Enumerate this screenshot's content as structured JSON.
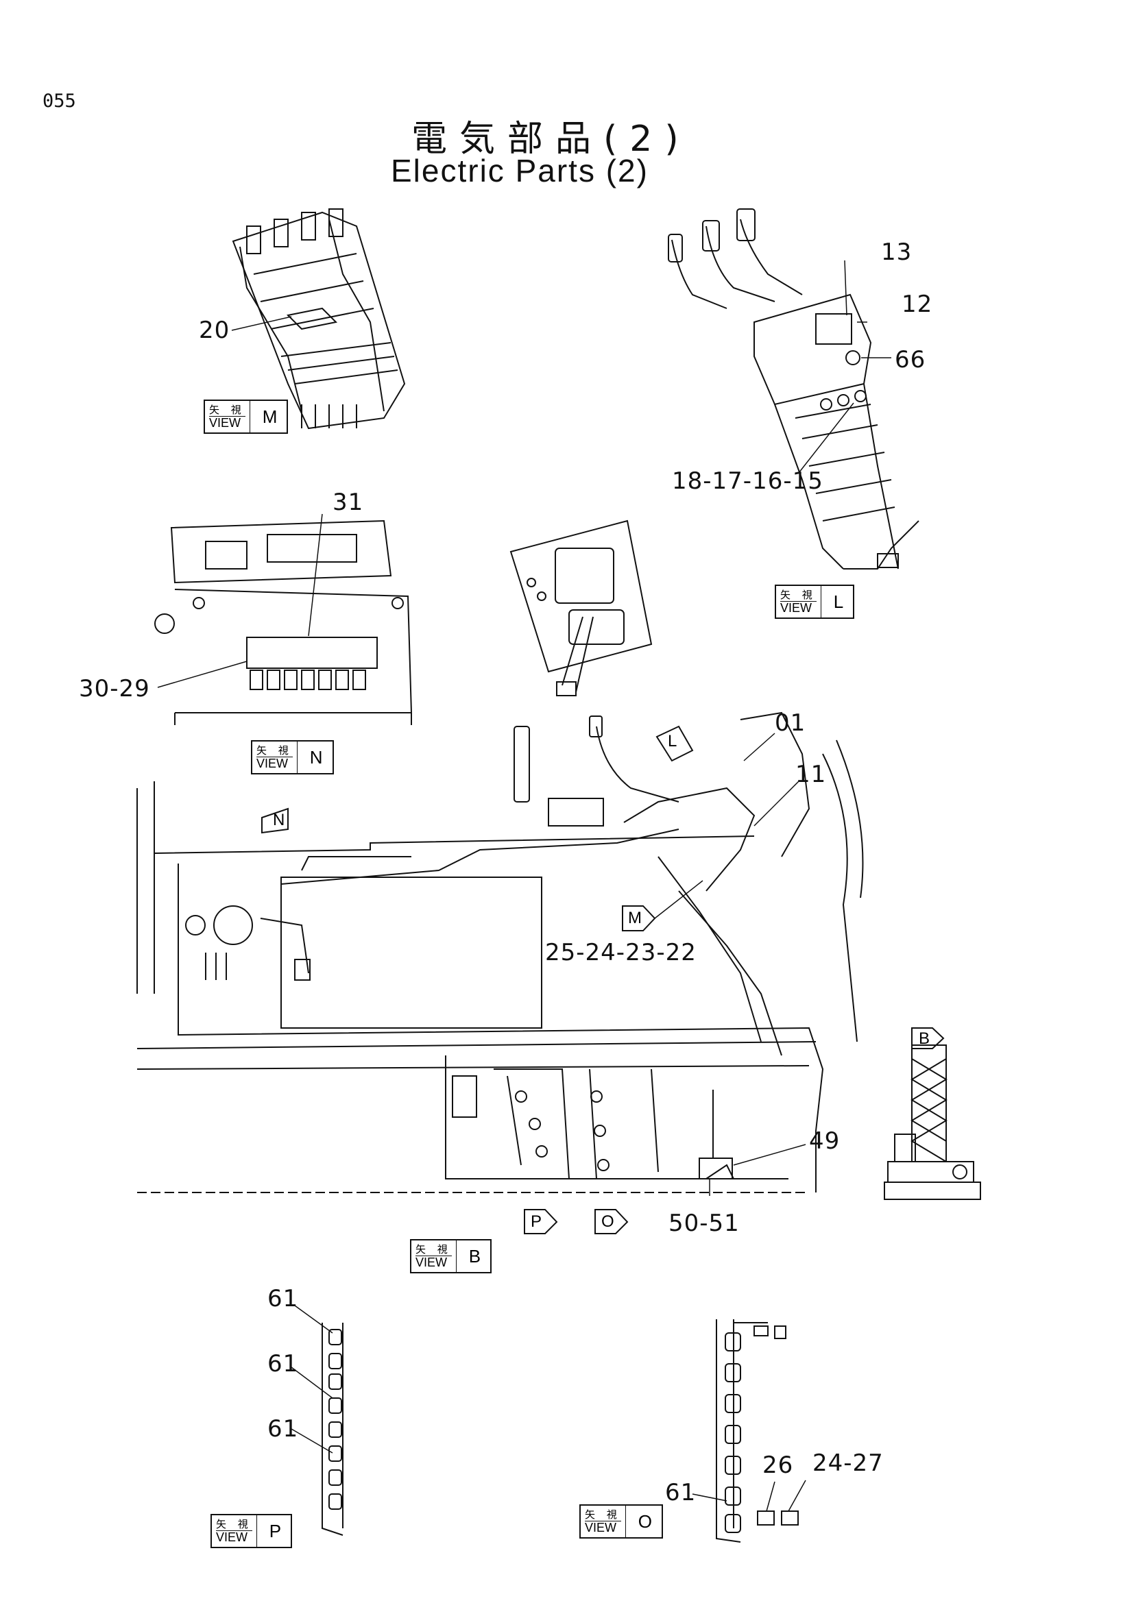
{
  "page_number": "055",
  "title_jp": "電気部品(2)",
  "title_en": "Electric Parts (2)",
  "view_label_jp": "矢 視",
  "view_label_en": "VIEW",
  "views": {
    "M": "M",
    "L": "L",
    "N": "N",
    "B": "B",
    "P": "P",
    "O": "O"
  },
  "direction_markers": {
    "L": "L",
    "N": "N",
    "M": "M",
    "P": "P",
    "O": "O",
    "B": "B"
  },
  "callouts": {
    "c20": "20",
    "c13": "13",
    "c12": "12",
    "c66": "66",
    "c18_15": "18-17-16-15",
    "c31": "31",
    "c30_29": "30-29",
    "c01": "01",
    "c11": "11",
    "c25_22": "25-24-23-22",
    "c49": "49",
    "c50_51": "50-51",
    "c61a": "61",
    "c61b": "61",
    "c61c": "61",
    "c61d": "61",
    "c26": "26",
    "c24_27": "24-27"
  },
  "colors": {
    "ink": "#111111",
    "paper": "#ffffff"
  }
}
